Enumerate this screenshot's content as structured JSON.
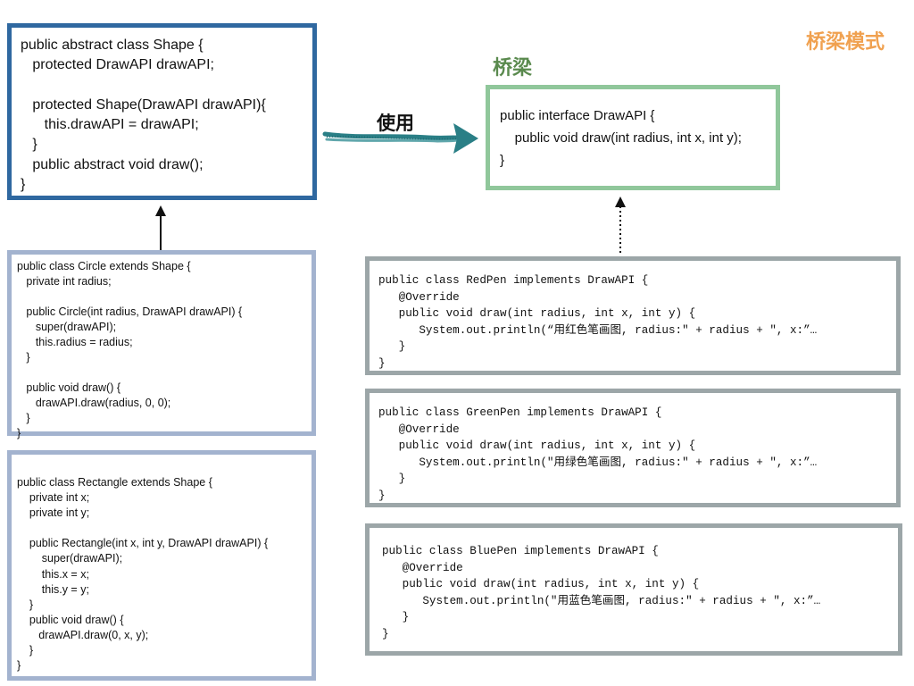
{
  "title": "桥梁模式",
  "bridge_label": "桥梁",
  "uses_label": "使用",
  "colors": {
    "abstraction_border": "#2f68a0",
    "refined_border": "#a3b3cf",
    "implementor_border": "#90c79b",
    "concrete_border": "#9ca6a8",
    "title_color": "#f0a150",
    "bridge_color": "#5a8a4e",
    "arrow_color": "#2a7f86"
  },
  "shape": {
    "code": "public abstract class Shape {\n   protected DrawAPI drawAPI;\n\n   protected Shape(DrawAPI drawAPI){\n      this.drawAPI = drawAPI;\n   }\n   public abstract void draw();\n}"
  },
  "circle": {
    "code": "public class Circle extends Shape {\n   private int radius;\n\n   public Circle(int radius, DrawAPI drawAPI) {\n      super(drawAPI);\n      this.radius = radius;\n   }\n\n   public void draw() {\n      drawAPI.draw(radius, 0, 0);\n   }\n}"
  },
  "rectangle": {
    "code": "public class Rectangle extends Shape {\n    private int x;\n    private int y;\n\n    public Rectangle(int x, int y, DrawAPI drawAPI) {\n        super(drawAPI);\n        this.x = x;\n        this.y = y;\n    }\n    public void draw() {\n       drawAPI.draw(0, x, y);\n    }\n}"
  },
  "drawapi": {
    "code": "public interface DrawAPI {\n    public void draw(int radius, int x, int y);\n}"
  },
  "redpen": {
    "code": "public class RedPen implements DrawAPI {\n   @Override\n   public void draw(int radius, int x, int y) {\n      System.out.println(“用红色笔画图, radius:\" + radius + \", x:”…\n   }\n}"
  },
  "greenpen": {
    "code": "public class GreenPen implements DrawAPI {\n   @Override\n   public void draw(int radius, int x, int y) {\n      System.out.println(\"用绿色笔画图, radius:\" + radius + \", x:”…\n   }\n}"
  },
  "bluepen": {
    "code": "public class BluePen implements DrawAPI {\n   @Override\n   public void draw(int radius, int x, int y) {\n      System.out.println(\"用蓝色笔画图, radius:\" + radius + \", x:”…\n   }\n}"
  }
}
